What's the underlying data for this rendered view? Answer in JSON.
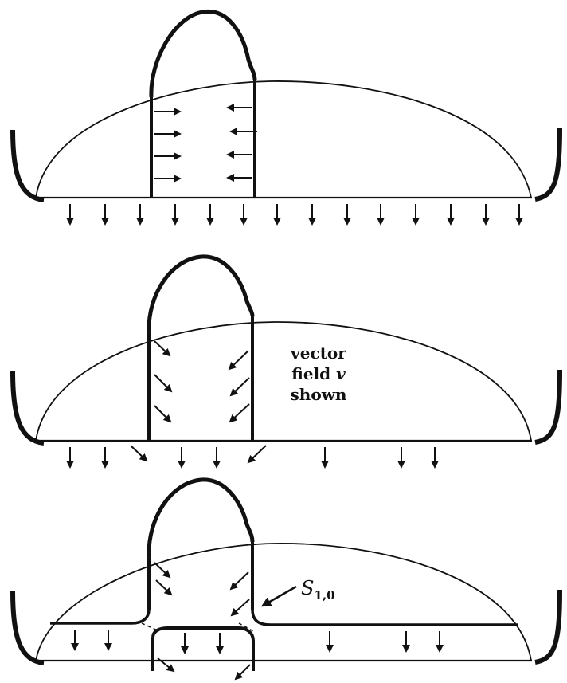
{
  "annotation": {
    "line1": "vector",
    "line2_prefix": "field ",
    "line2_var": "v",
    "line3": "shown"
  },
  "surface_label": {
    "main": "S",
    "subscript": "1,0"
  },
  "colors": {
    "stroke": "#111111",
    "background": "#ffffff"
  }
}
